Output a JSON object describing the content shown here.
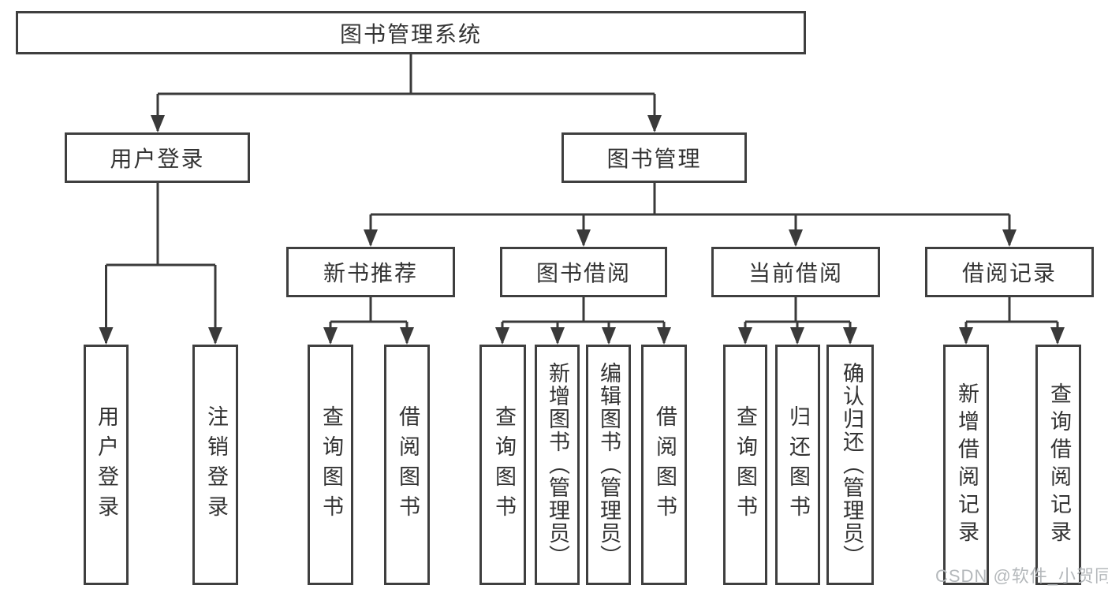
{
  "diagram": {
    "title": "图书管理系统",
    "nodes": {
      "root": "图书管理系统",
      "user_login": "用户登录",
      "book_mgmt": "图书管理",
      "new_book_rec": "新书推荐",
      "book_borrow": "图书借阅",
      "current_borrow": "当前借阅",
      "borrow_records": "借阅记录",
      "v_user_login": "用户登录",
      "v_logout": "注销登录",
      "v_nb_query": "查询图书",
      "v_nb_borrow": "借阅图书",
      "v_bb_query": "查询图书",
      "v_bb_add": "新增图书（管理员）",
      "v_bb_edit": "编辑图书（管理员）",
      "v_bb_borrow": "借阅图书",
      "v_cb_query": "查询图书",
      "v_cb_return": "归还图书",
      "v_cb_confirm": "确认归还（管理员）",
      "v_br_add": "新增借阅记录",
      "v_br_query": "查询借阅记录"
    },
    "colors": {
      "line": "#3a3a3a",
      "box_border": "#3f3f3f",
      "text": "#333333",
      "watermark": "#b4b8bb"
    }
  },
  "watermark": "CSDN @软件_小贺同学"
}
